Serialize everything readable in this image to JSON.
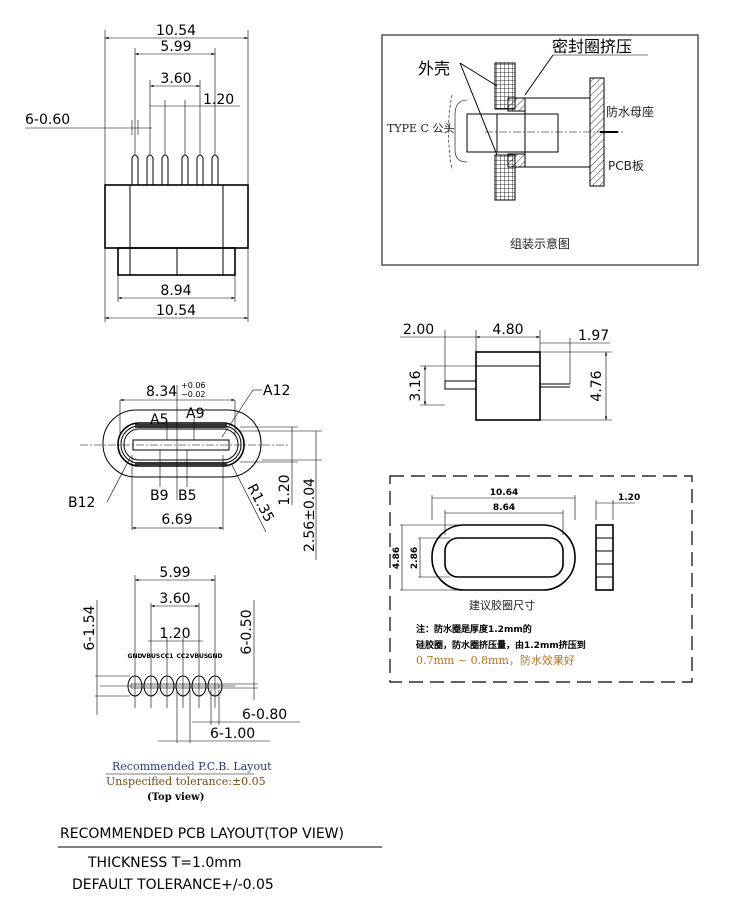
{
  "top_view": {
    "overall_width": "10.54",
    "pin_span": "5.99",
    "inner_span": "3.60",
    "pitch": "1.20",
    "pin_width": "6-0.60",
    "base_width": "8.94",
    "bottom_width": "10.54"
  },
  "assembly": {
    "seal_compression": "密封圈挤压",
    "shell": "外壳",
    "plug": "TYPE C 公头",
    "waterproof_socket": "防水母座",
    "pcb": "PCB板",
    "caption": "组装示意图"
  },
  "side_view": {
    "left_pin": "2.00",
    "body_length": "4.80",
    "right_pin": "1.97",
    "body_height": "3.16",
    "total_height": "4.76"
  },
  "front_view": {
    "width": "8.34",
    "tol_plus": "+0.06",
    "tol_minus": "−0.02",
    "labels": [
      "A12",
      "A5",
      "A9",
      "B12",
      "B9",
      "B5"
    ],
    "tongue_width": "6.69",
    "radius": "R1.35",
    "tongue_height": "1.20",
    "height": "2.56±0.04"
  },
  "gasket": {
    "outer_width": "10.64",
    "inner_width": "8.64",
    "thickness": "1.20",
    "outer_height": "4.86",
    "inner_height": "2.86",
    "caption": "建议胶圈尺寸",
    "note_line1": "注：防水圈是厚度1.2mm的",
    "note_line2": "硅胶圈，防水圈挤压量，由1.2mm挤压到",
    "note_line3": "0.7mm ~ 0.8mm，防水效果好"
  },
  "pcb_layout": {
    "span": "5.99",
    "inner_span": "3.60",
    "pitch": "1.20",
    "pad_len": "6-1.54",
    "pad_hole": "6-0.50",
    "pad_w": "6-0.80",
    "pad_w2": "6-1.00",
    "pins": [
      "GND",
      "VBUS",
      "CC1",
      "CC2",
      "VBUS",
      "GND"
    ],
    "title": "Recommended P.C.B. Layout",
    "tolerance": "Unspecified tolerance:±0.05",
    "view": "(Top view)"
  },
  "footer": {
    "title": "RECOMMENDED PCB LAYOUT(TOP VIEW)",
    "thickness": "THICKNESS T=1.0mm",
    "tolerance": "DEFAULT TOLERANCE+/-0.05"
  },
  "colors": {
    "title_text": "#1f3a7a",
    "tolerance_text": "#7a4a10",
    "note_text": "#c07020"
  }
}
